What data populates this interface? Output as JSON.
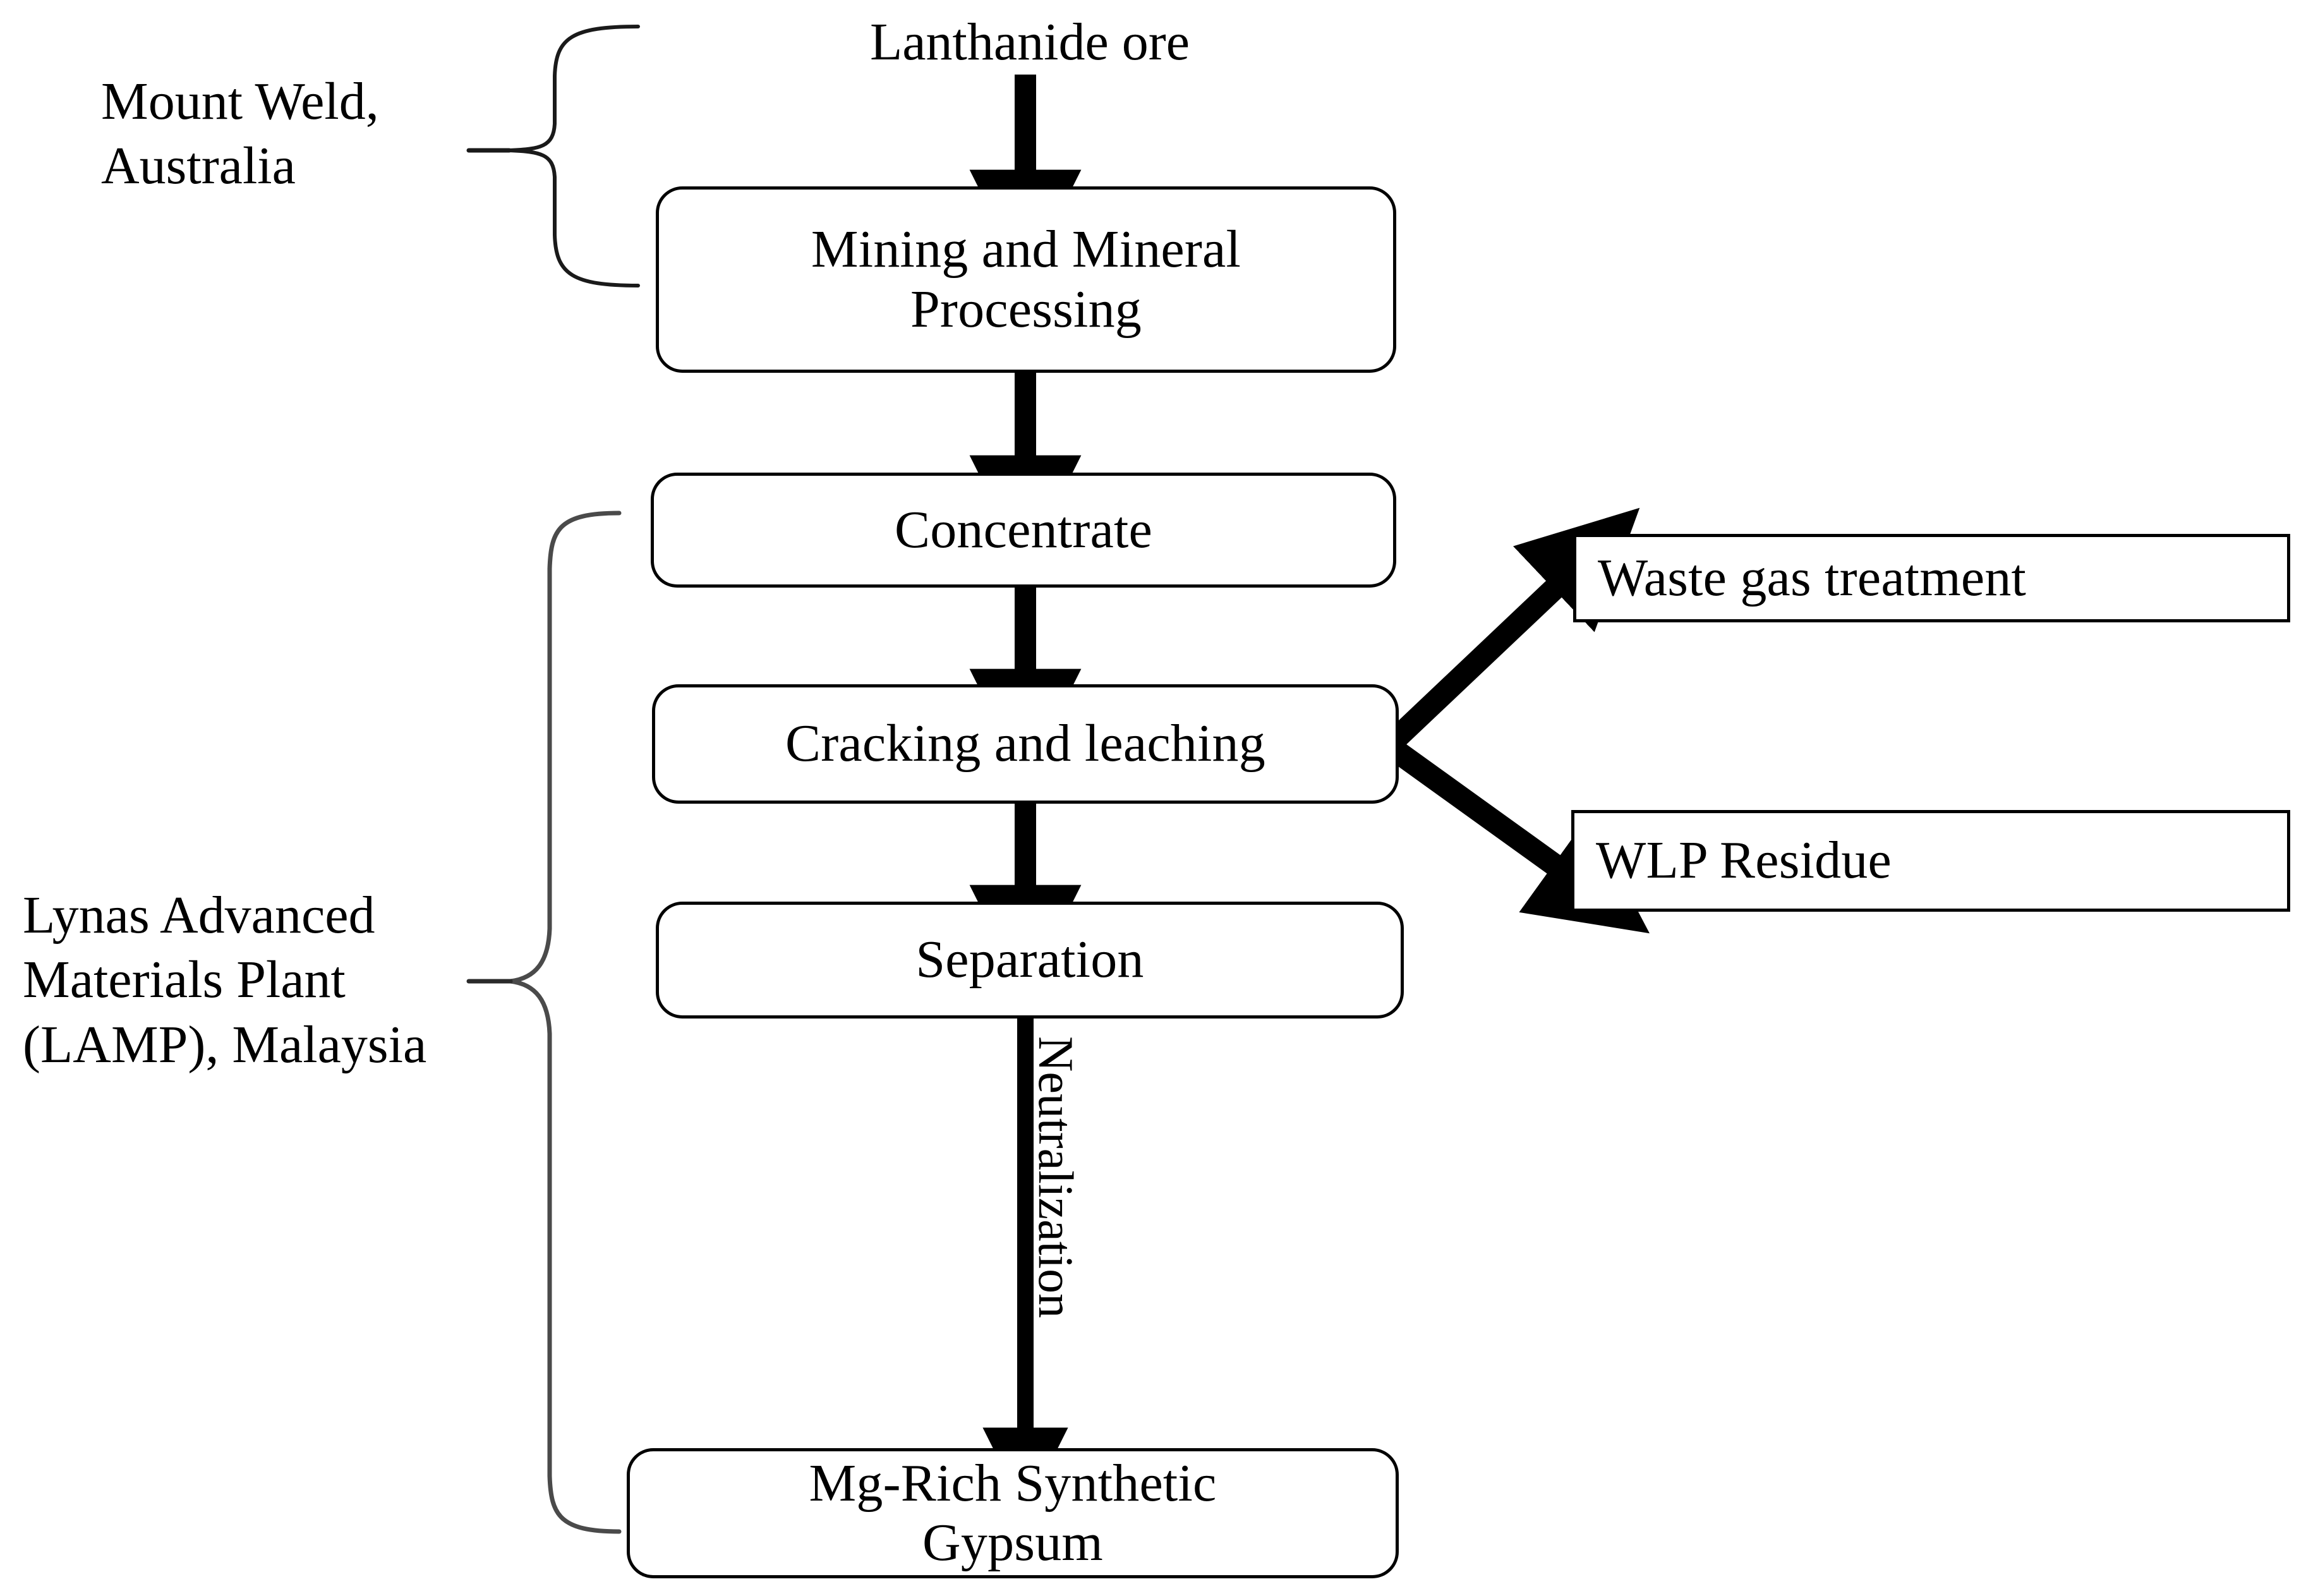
{
  "diagram": {
    "title": "Lanthanide ore processing flow diagram",
    "background_color": "#ffffff",
    "line_color": "#000000",
    "text_color": "#000000"
  },
  "group_labels": [
    {
      "id": "mount-weld",
      "text": "Mount Weld,\nAustralia",
      "brace": "right-curly-brace"
    },
    {
      "id": "lamp",
      "text": "Lynas Advanced\nMaterials Plant\n(LAMP), Malaysia",
      "brace": "right-curly-brace"
    }
  ],
  "nodes": {
    "source_label": {
      "text": "Lanthanide ore",
      "shape": "plain-text"
    },
    "mining": {
      "text": "Mining and Mineral\nProcessing",
      "shape": "rounded-rect"
    },
    "concentrate": {
      "text": "Concentrate",
      "shape": "rounded-rect"
    },
    "cracking": {
      "text": "Cracking and leaching",
      "shape": "rounded-rect"
    },
    "separation": {
      "text": "Separation",
      "shape": "rounded-rect"
    },
    "gypsum": {
      "text": "Mg-Rich Synthetic\nGypsum",
      "shape": "rounded-rect"
    },
    "waste_gas": {
      "text": "Waste gas treatment",
      "shape": "rect"
    },
    "wlp_residue": {
      "text": "WLP Residue",
      "shape": "rect"
    }
  },
  "edges": [
    {
      "id": "ore-to-mining",
      "from": "source_label",
      "to": "mining",
      "label": "",
      "style": "thick-down-arrow"
    },
    {
      "id": "mining-to-concentrate",
      "from": "mining",
      "to": "concentrate",
      "label": "",
      "style": "thick-down-arrow"
    },
    {
      "id": "concentrate-to-cracking",
      "from": "concentrate",
      "to": "cracking",
      "label": "",
      "style": "thick-down-arrow"
    },
    {
      "id": "cracking-to-waste-gas",
      "from": "cracking",
      "to": "waste_gas",
      "label": "",
      "style": "thick-diagonal-arrow-up-right"
    },
    {
      "id": "cracking-to-wlp",
      "from": "cracking",
      "to": "wlp_residue",
      "label": "",
      "style": "thick-diagonal-arrow-down-right"
    },
    {
      "id": "cracking-to-separation",
      "from": "cracking",
      "to": "separation",
      "label": "",
      "style": "thick-down-arrow"
    },
    {
      "id": "separation-to-gypsum",
      "from": "separation",
      "to": "gypsum",
      "label": "Neutralization",
      "style": "long-down-arrow-with-rotated-label"
    }
  ],
  "edge_labels": {
    "neutralization": "Neutralization"
  }
}
